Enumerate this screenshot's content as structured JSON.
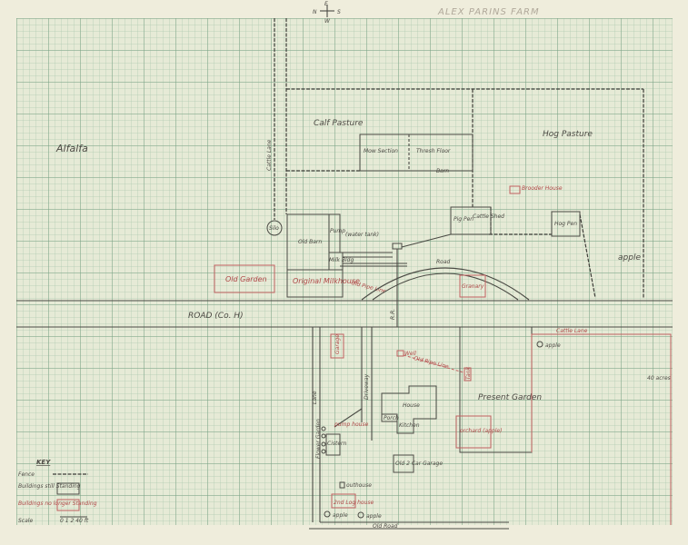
{
  "title": "ALEX PARINS FARM",
  "compass": {
    "n": "N",
    "e": "E",
    "s": "S",
    "w": "W"
  },
  "labels": {
    "alfalfa": "Alfalfa",
    "calf_pasture": "Calf Pasture",
    "hog_pasture": "Hog Pasture",
    "cattle_lane_north": "Cattle Lane",
    "mow_section": "Mow Section",
    "thresh_floor": "Thresh Floor",
    "barn_dim": "Barn",
    "silo": "Silo",
    "old_barn": "Old Barn",
    "water_tank": "(water tank)",
    "pump": "Pump",
    "milk_bldg": "Milk Bldg",
    "original_milkhouse": "Original Milkhouse",
    "old_garden": "Old Garden",
    "old_pipe_line_1": "Old Pipe Line",
    "road_curve": "Road",
    "granary": "Granary",
    "pig_pen": "Pig Pen",
    "cattle_shed": "Cattle Shed",
    "hog_pen": "Hog Pen",
    "brooder_house": "Brooder House",
    "apple_ne": "apple",
    "road_co_h": "ROAD  (Co. H)",
    "cattle_lane_south": "Cattle Lane",
    "apple_lane": "apple",
    "forty_acres": "40 acres",
    "garage": "Garage",
    "driveway": "Driveway",
    "lane": "Lane",
    "house": "House",
    "porch": "Porch",
    "kitchen": "Kitchen",
    "present_garden": "Present Garden",
    "orchard": "orchard (apple)",
    "well": "Well",
    "old_pipe_line_2": "Old Pipe Line",
    "tank": "Tank",
    "pump_house": "pump house",
    "flower_garden": "Flower Garden",
    "cistern": "Cistern",
    "old_garage": "Old 2 Car Garage",
    "outhouse": "outhouse",
    "log_house": "2nd Log house",
    "apple_1": "apple",
    "apple_2": "apple",
    "old_road": "Old Road",
    "railroad": "R.R."
  },
  "key": {
    "title": "KEY",
    "fence": "Fence",
    "standing": "Buildings still Standing",
    "not_standing": "Buildings no longer Standing",
    "scale": "Scale",
    "scale_units": "0 1 2  40 ft"
  },
  "colors": {
    "ink": "#4a4a44",
    "red_ink": "#c06060",
    "paper": "#efeddc"
  }
}
